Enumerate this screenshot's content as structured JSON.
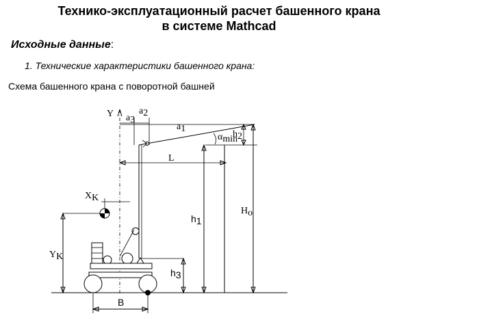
{
  "title_line1": "Технико-эксплуатационный расчет башенного крана",
  "title_line2": "в системе Mathcad",
  "initial_data_heading": "Исходные данные",
  "initial_data_colon": ":",
  "section_item": "1. Технические характеристики башенного крана:",
  "scheme_caption": "Схема башенного крана с поворотной башней",
  "diagram": {
    "Y": "Y",
    "a3": "a",
    "a3_sub": "3",
    "a2": "a",
    "a2_sub": "2",
    "a1": "a",
    "a1_sub": "1",
    "h2": "h",
    "h2_sub": "2",
    "alpha_min": "α",
    "alpha_sub": "min",
    "L": "L",
    "Xk": "X",
    "Xk_sub": "K",
    "h1": "h",
    "h1_sub": "1",
    "Ho": "H",
    "Ho_sub": "o",
    "Yk": "Y",
    "Yk_sub": "K",
    "h3": "h",
    "h3_sub": "3",
    "B": "B"
  }
}
